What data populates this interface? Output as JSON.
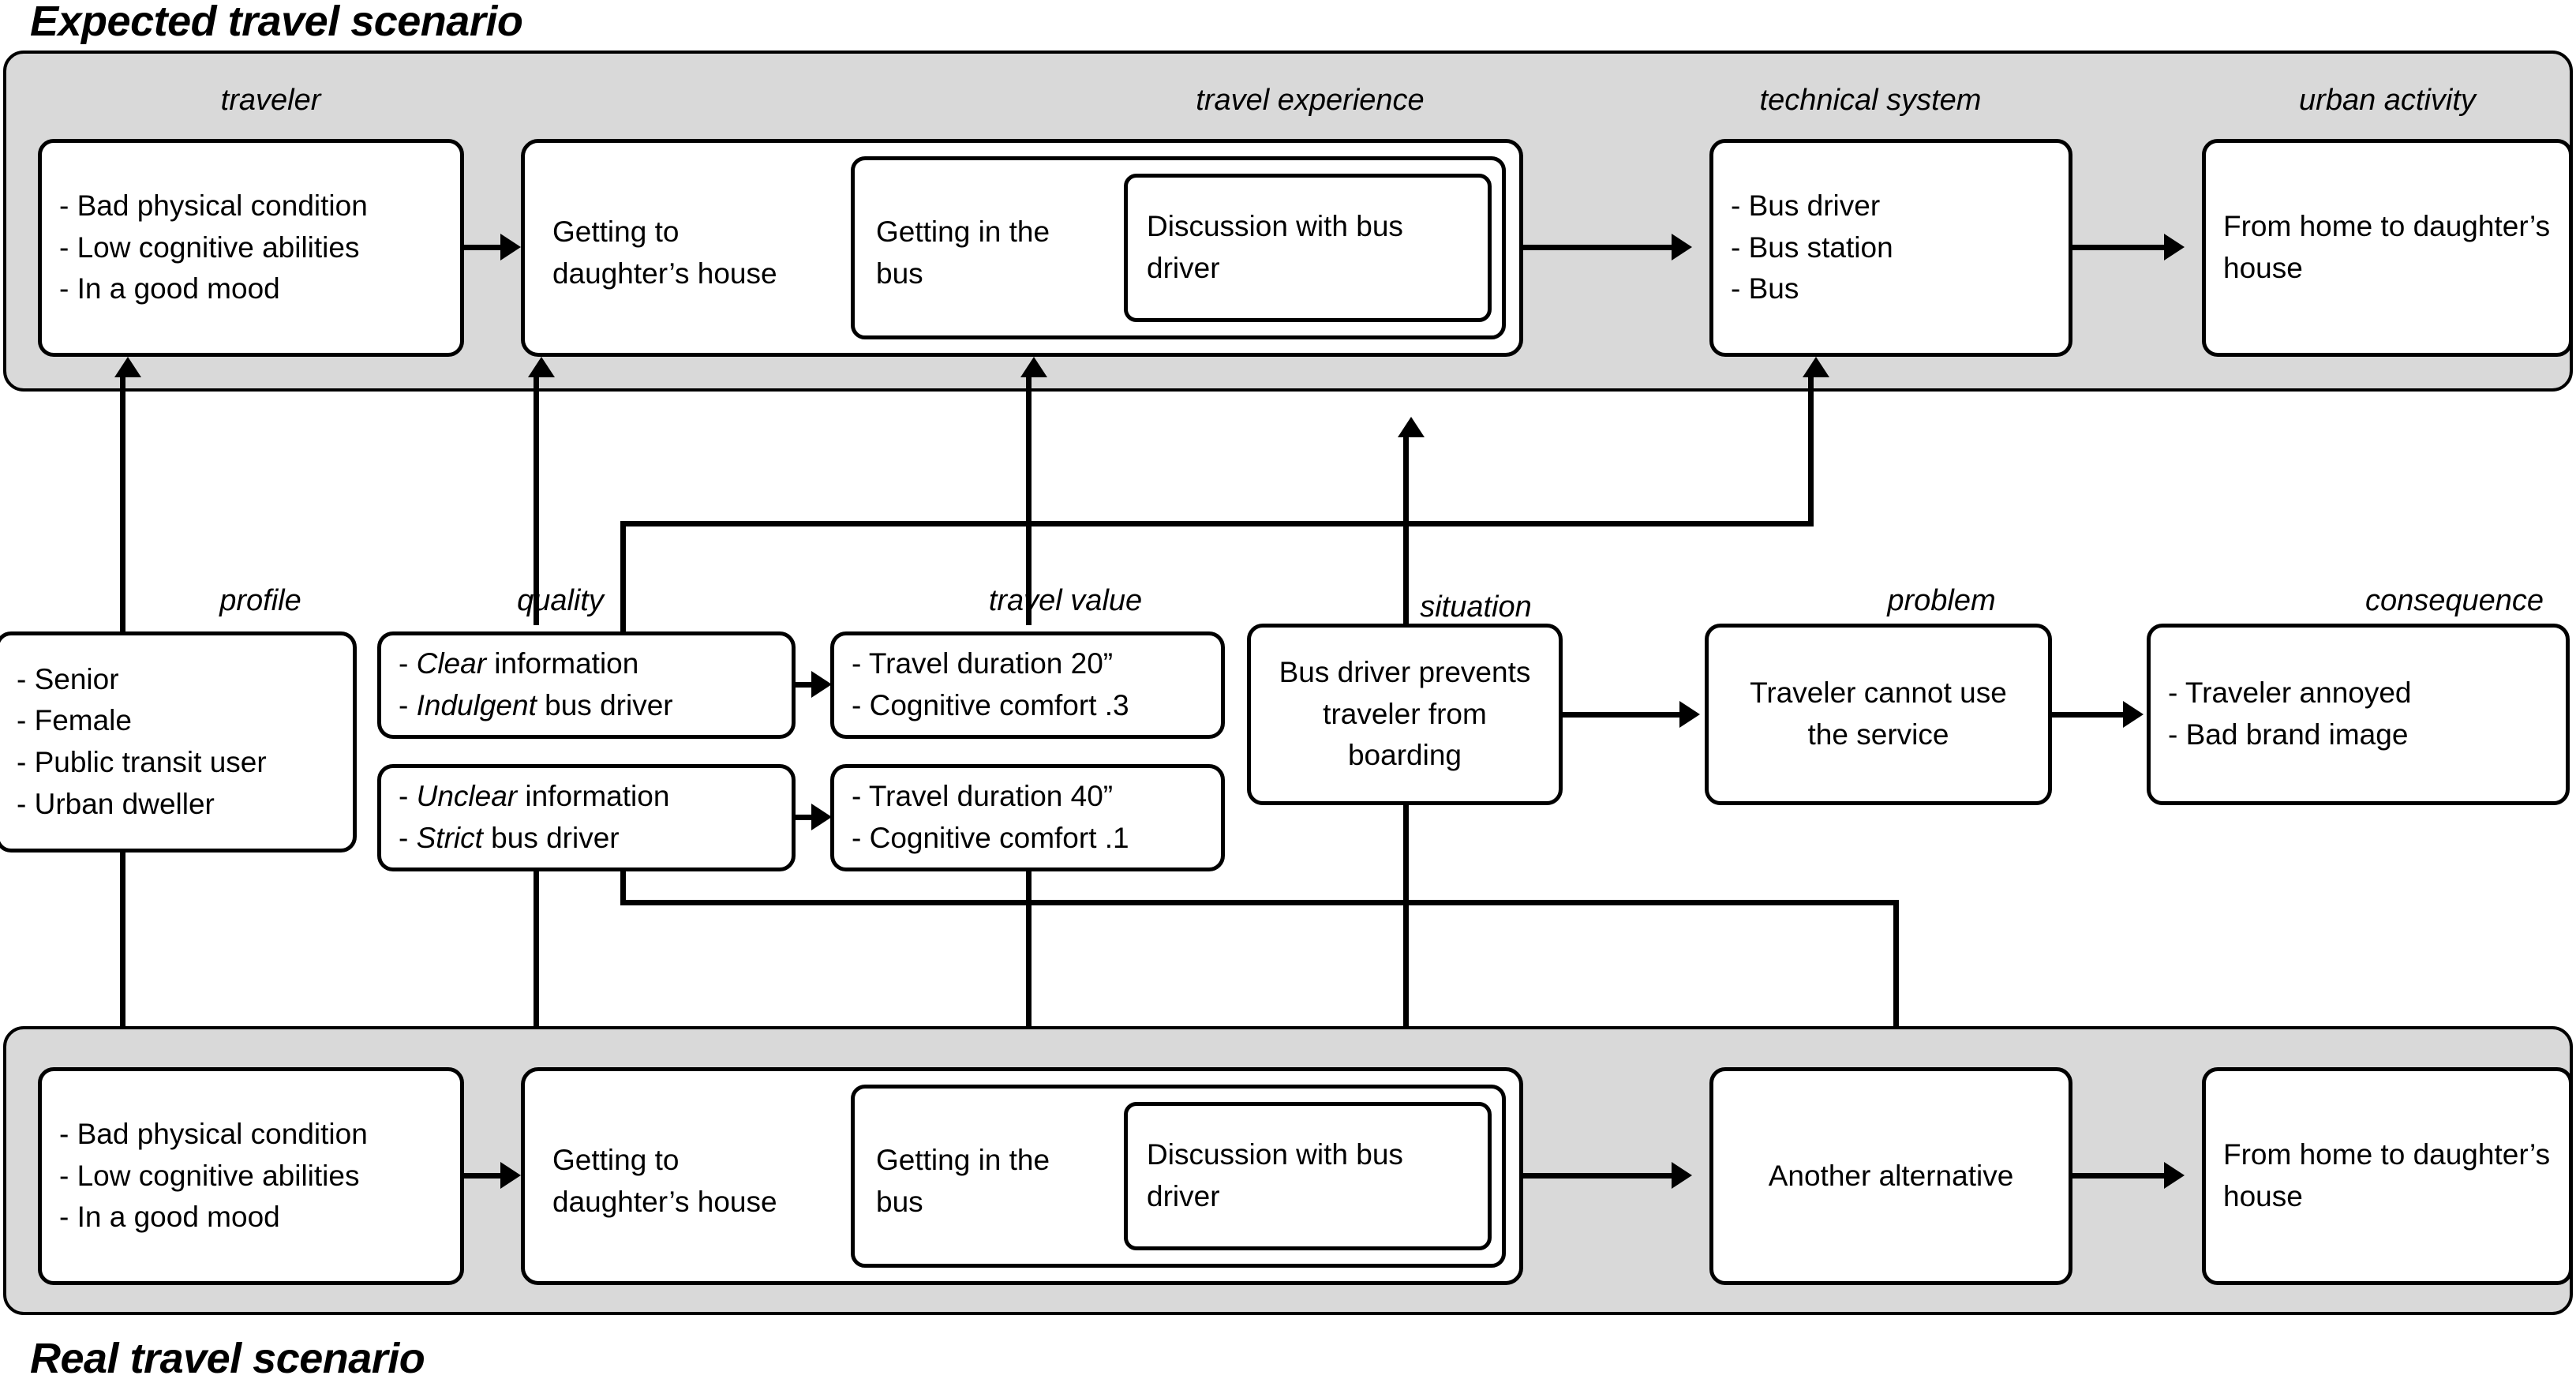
{
  "scenarios": {
    "expected_title": "Expected travel scenario",
    "real_title": "Real travel scenario"
  },
  "categories": {
    "traveler": "traveler",
    "travel_experience": "travel experience",
    "technical_system": "technical system",
    "urban_activity": "urban activity",
    "profile": "profile",
    "quality": "quality",
    "travel_value": "travel value",
    "situation": "situation",
    "problem": "problem",
    "consequence": "consequence"
  },
  "expected": {
    "traveler": [
      "- Bad physical condition",
      "- Low cognitive abilities",
      "- In a good mood"
    ],
    "getting_to": "Getting to daughter’s house",
    "getting_in_bus": "Getting in the bus",
    "discussion": "Discussion with bus driver",
    "technical_system": [
      "- Bus driver",
      "- Bus station",
      "- Bus"
    ],
    "urban_activity": "From home to daughter’s house"
  },
  "real": {
    "traveler": [
      "- Bad physical condition",
      "- Low cognitive abilities",
      "- In a good mood"
    ],
    "getting_to": "Getting to daughter’s house",
    "getting_in_bus": "Getting in the bus",
    "discussion": "Discussion with bus driver",
    "alternative": "Another alternative",
    "urban_activity": "From home to daughter’s house"
  },
  "middle": {
    "profile": [
      "- Senior",
      "- Female",
      "- Public transit user",
      "- Urban dweller"
    ],
    "quality_good": {
      "line1_em": "Clear",
      "line1_rest": " information",
      "line2_em": "Indulgent",
      "line2_rest": " bus driver"
    },
    "quality_bad": {
      "line1_em": "Unclear",
      "line1_rest": " information",
      "line2_em": "Strict",
      "line2_rest": " bus driver"
    },
    "travel_value_good": [
      "- Travel duration 20”",
      "- Cognitive comfort .3"
    ],
    "travel_value_bad": [
      "- Travel duration 40”",
      "- Cognitive comfort .1"
    ],
    "situation": "Bus driver prevents traveler from boarding",
    "problem": "Traveler cannot use the service",
    "consequence": [
      "-   Traveler annoyed",
      "-   Bad brand image"
    ]
  },
  "colors": {
    "band_fill": "#d9d9d9",
    "stroke": "#000000",
    "box_fill": "#ffffff"
  }
}
